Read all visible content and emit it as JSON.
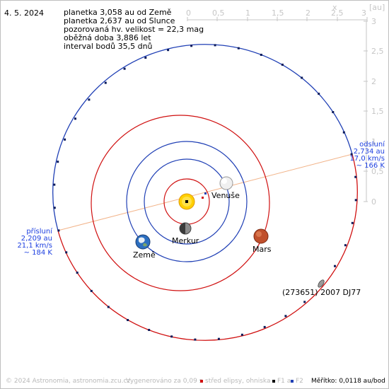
{
  "date": "4. 5. 2024",
  "info_lines": [
    "planetka 3,058 au od Země",
    "planetka 2,637 au od Slunce",
    "pozorovaná hv. velikost = 22,3 mag",
    "oběžná doba 3,886 let",
    "interval bodů 35,5 dnů"
  ],
  "axes": {
    "x_label": "x",
    "unit": "[au]",
    "x_ticks": [
      "0",
      "0,5",
      "1",
      "1,5",
      "2",
      "2,5",
      "3"
    ],
    "y_ticks": [
      "3",
      "2,5",
      "2",
      "1,5",
      "1",
      "0,5",
      "0"
    ]
  },
  "bodies": {
    "venus": "Venuše",
    "mercury": "Merkur",
    "earth": "Země",
    "mars": "Mars",
    "asteroid": "(273651) 2007 DJ77"
  },
  "perihelion": [
    "přísluní",
    "2,209 au",
    "21,1 km/s",
    "~ 184 K"
  ],
  "aphelion": [
    "odsluní",
    "2,734 au",
    "17,0 km/s",
    "~ 166 K"
  ],
  "footer": {
    "copyright": "© 2024 Astronomia, astronomia.zcu.cz",
    "generated": "Vygenerováno za 0,09 s",
    "legend_center": "střed elipsy, ohniska",
    "legend_f1": "F1 a",
    "legend_f2": "F2",
    "scale": "Měřítko: 0,0118 au/bod"
  },
  "colors": {
    "orbit_blue": "#1f3fb5",
    "orbit_red": "#d01010",
    "label_blue": "#1d3fe0",
    "asteroid_line": "#f2b48a",
    "axis_gray": "#c6c6c6",
    "sun": "#ffd000",
    "mars": "#c0502c",
    "footer_gray": "#b9b9b9"
  }
}
